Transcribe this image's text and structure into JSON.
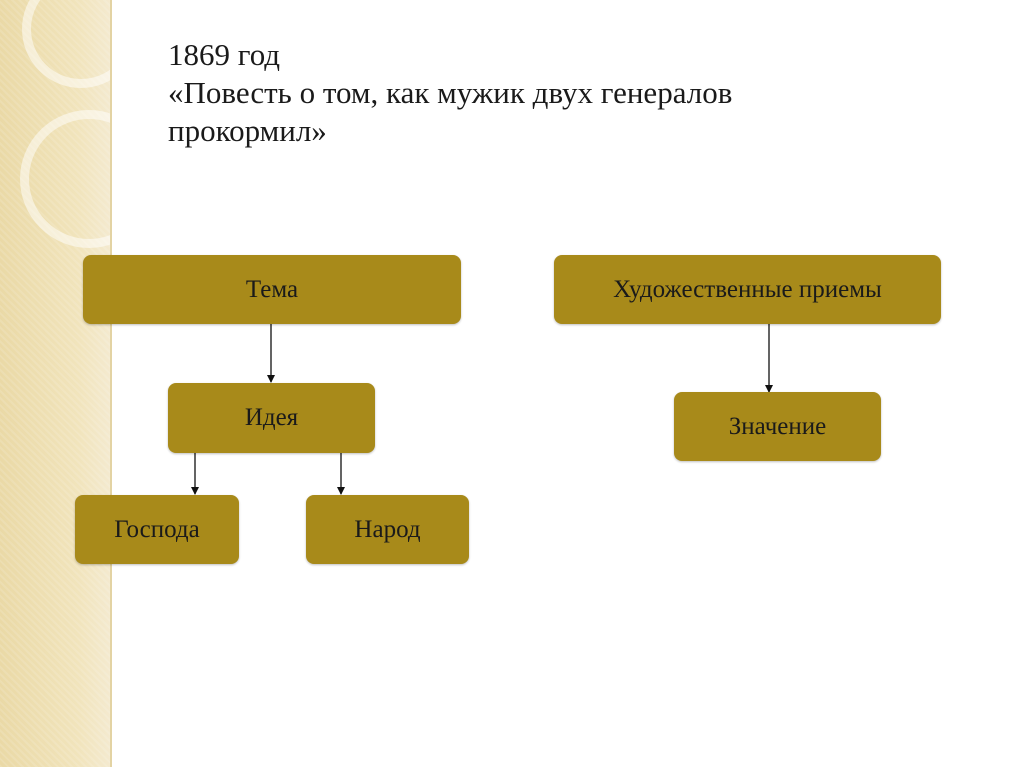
{
  "slide": {
    "title_lines": [
      "1869 год",
      "«Повесть о том, как мужик двух генералов",
      "прокормил»"
    ]
  },
  "diagram": {
    "nodes": {
      "tema": "Тема",
      "ideya": "Идея",
      "gospoda": "Господа",
      "narod": "Народ",
      "priemy": "Художественные приемы",
      "znachenie": "Значение"
    },
    "edges": [
      {
        "from": "tema",
        "to": "ideya"
      },
      {
        "from": "ideya",
        "to": "gospoda"
      },
      {
        "from": "ideya",
        "to": "narod"
      },
      {
        "from": "priemy",
        "to": "znachenie"
      }
    ],
    "box_color": "#a88a1a"
  }
}
